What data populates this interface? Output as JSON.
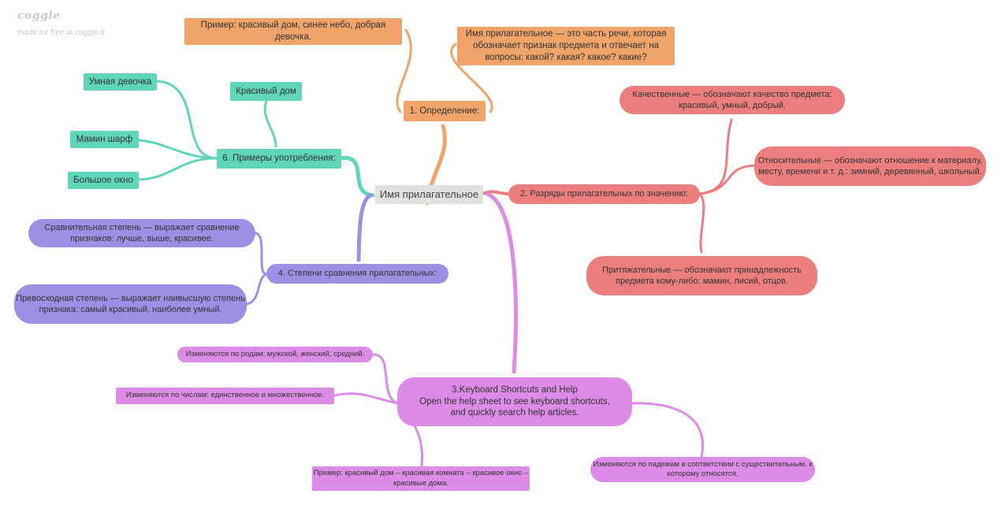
{
  "brand": {
    "logo": "coggle",
    "tagline": "made for free at coggle.it"
  },
  "central": "Имя прилагательное",
  "definition": {
    "title": "1. Определение:",
    "text": "Имя прилагательное — это часть речи, которая обозначает признак предмета и отвечает на вопросы: какой? какая? какое? какие?",
    "example": "Пример: красивый дом, синее небо, добрая девочка."
  },
  "categories": {
    "title": "2. Разряды прилагательных по значению:",
    "items": [
      "Качественные — обозначают качество предмета: красивый, умный, добрый.",
      "Относительные — обозначают отношение к материалу, месту, времени и т. д.: зимний, деревянный, школьный.",
      "Притяжательные — обозначают принадлежность предмета кому-либо: мамин, лисий, отцов."
    ]
  },
  "grammar": {
    "title": "3.Keyboard Shortcuts and Help",
    "line2": "Open the help sheet to see keyboard shortcuts,",
    "line3": "and quickly search help articles.",
    "items": [
      "Изменяются по родам: мужской, женский, средний.",
      "Изменяются по числам: единственное и множественное.",
      "Пример: красивый дом – красивая комната – красивое окно – красивые дома.",
      "Изменяются по падежам в соответствии с существительным, к которому относятся."
    ]
  },
  "degrees": {
    "title": "4. Степени сравнения прилагательных:",
    "items": [
      "Сравнительная степень — выражает сравнение признаков: лучше, выше, красивее.",
      "Превосходная степень — выражает наивысшую степень признака: самый красивый, наиболее умный."
    ]
  },
  "usage": {
    "title": "6. Примеры употребления:",
    "items": [
      "Красивый дом",
      "Умная девочка",
      "Мамин шарф",
      "Большое окно"
    ]
  },
  "colors": {
    "orange": "#f0a46a",
    "red": "#ec7f7e",
    "teal": "#5fd6ba",
    "purple": "#9d8fe4",
    "pink": "#dc8be7",
    "center": "#e1e1e1"
  }
}
